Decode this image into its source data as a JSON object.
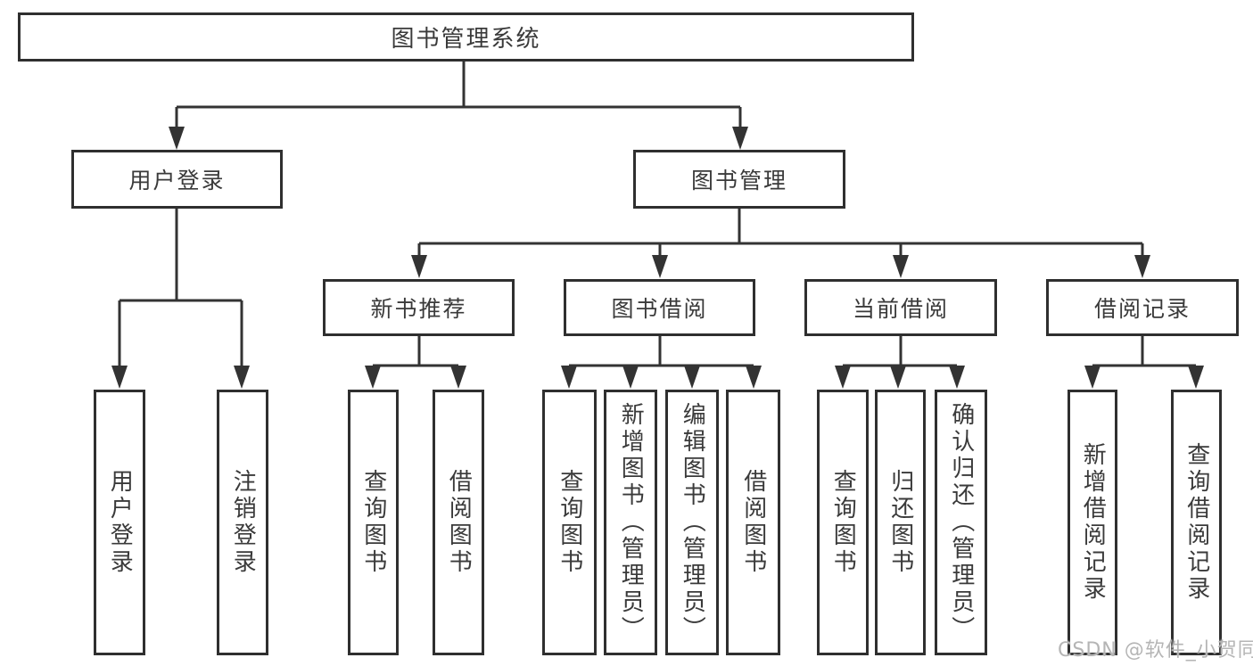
{
  "tree": {
    "label": "图书管理系统",
    "children": [
      {
        "label": "用户登录",
        "children": [
          {
            "label": "用户登录"
          },
          {
            "label": "注销登录"
          }
        ]
      },
      {
        "label": "图书管理",
        "children": [
          {
            "label": "新书推荐",
            "children": [
              {
                "label": "查询图书"
              },
              {
                "label": "借阅图书"
              }
            ]
          },
          {
            "label": "图书借阅",
            "children": [
              {
                "label": "查询图书"
              },
              {
                "label": "新增图书（管理员）"
              },
              {
                "label": "编辑图书（管理员）"
              },
              {
                "label": "借阅图书"
              }
            ]
          },
          {
            "label": "当前借阅",
            "children": [
              {
                "label": "查询图书"
              },
              {
                "label": "归还图书"
              },
              {
                "label": "确认归还（管理员）"
              }
            ]
          },
          {
            "label": "借阅记录",
            "children": [
              {
                "label": "新增借阅记录"
              },
              {
                "label": "查询借阅记录"
              }
            ]
          }
        ]
      }
    ]
  },
  "watermark": "CSDN @软件_小贺同学",
  "colors": {
    "line": "#333333",
    "border": "#2f2f2f",
    "text": "#3a3a3a",
    "watermark": "#b5b5b5",
    "background": "#ffffff"
  }
}
